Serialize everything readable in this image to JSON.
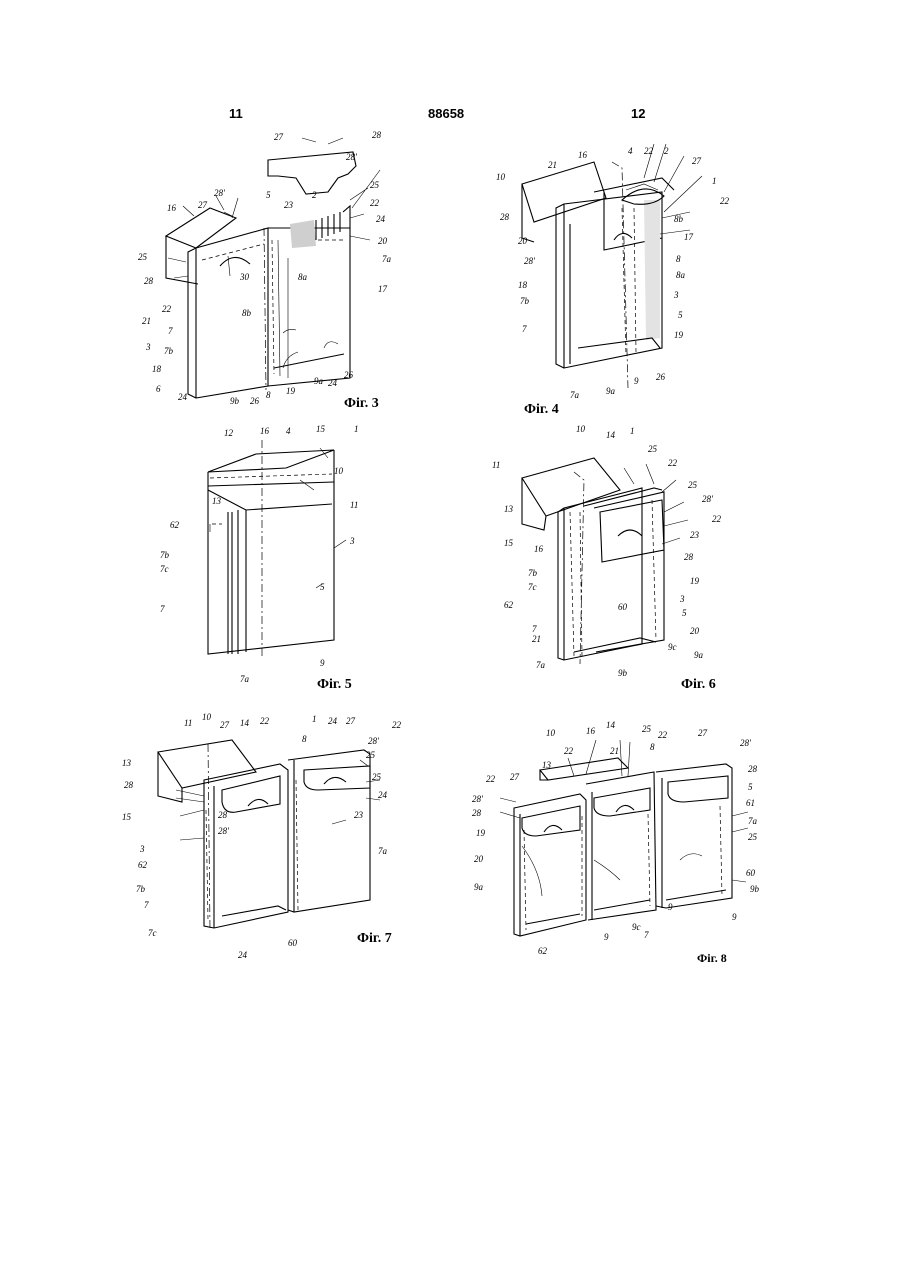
{
  "header": {
    "left_page": "11",
    "patent_number": "88658",
    "right_page": "12"
  },
  "figures": [
    {
      "id": "fig3",
      "caption": "Фіг. 3",
      "labels": [
        "27",
        "28",
        "28'",
        "16",
        "27",
        "28'",
        "5",
        "23",
        "2",
        "25",
        "22",
        "24",
        "25",
        "20",
        "7a",
        "28",
        "30",
        "8a",
        "17",
        "22",
        "21",
        "8b",
        "7",
        "3",
        "7b",
        "18",
        "6",
        "24",
        "9b",
        "26",
        "8",
        "19",
        "9a",
        "24",
        "26"
      ]
    },
    {
      "id": "fig4",
      "caption": "Фіг. 4",
      "labels": [
        "4",
        "16",
        "22",
        "2",
        "27",
        "21",
        "1",
        "10",
        "22",
        "28",
        "8b",
        "20",
        "17",
        "28'",
        "8",
        "8a",
        "18",
        "3",
        "7b",
        "5",
        "7",
        "19",
        "7a",
        "9",
        "9a",
        "26"
      ]
    },
    {
      "id": "fig5",
      "caption": "Фіг. 5",
      "labels": [
        "16",
        "4",
        "15",
        "1",
        "12",
        "10",
        "13",
        "11",
        "62",
        "3",
        "7b",
        "7c",
        "5",
        "7",
        "7a",
        "9"
      ]
    },
    {
      "id": "fig6",
      "caption": "Фіг. 6",
      "labels": [
        "10",
        "14",
        "1",
        "25",
        "22",
        "11",
        "25",
        "28'",
        "13",
        "22",
        "23",
        "15",
        "16",
        "28",
        "7b",
        "7c",
        "19",
        "62",
        "3",
        "60",
        "5",
        "7",
        "20",
        "21",
        "9c",
        "9a",
        "7a",
        "9b"
      ]
    },
    {
      "id": "fig7",
      "caption": "Фіг. 7",
      "labels": [
        "11",
        "10",
        "27",
        "22",
        "1",
        "24",
        "27",
        "22",
        "14",
        "8",
        "28'",
        "13",
        "25",
        "28",
        "25",
        "24",
        "15",
        "28",
        "23",
        "28'",
        "3",
        "62",
        "7a",
        "7b",
        "7",
        "7c",
        "60",
        "24"
      ]
    },
    {
      "id": "fig8",
      "caption": "Фіг. 8",
      "labels": [
        "10",
        "16",
        "14",
        "25",
        "22",
        "13",
        "21",
        "8",
        "22",
        "27",
        "22",
        "27",
        "28'",
        "28'",
        "28",
        "28",
        "5",
        "61",
        "19",
        "7a",
        "25",
        "20",
        "60",
        "9a",
        "9b",
        "9",
        "9c",
        "62",
        "9",
        "7",
        "9"
      ]
    }
  ]
}
